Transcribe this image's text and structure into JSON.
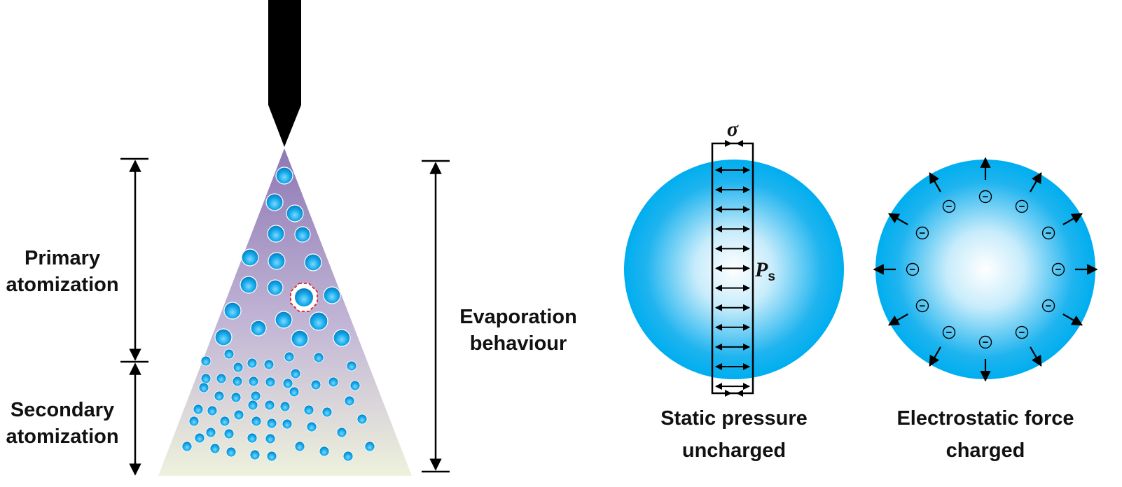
{
  "left_panel": {
    "primary_label_line1": "Primary",
    "primary_label_line2": "atomization",
    "secondary_label_line1": "Secondary",
    "secondary_label_line2": "atomization",
    "evaporation_label_line1": "Evaporation",
    "evaporation_label_line2": "behaviour"
  },
  "uncharged_panel": {
    "symbol_sigma": "σ",
    "symbol_pressure": "P",
    "symbol_pressure_sub": "s",
    "caption_line1": "Static pressure",
    "caption_line2": "uncharged"
  },
  "charged_panel": {
    "charge_glyph": "−",
    "caption_line1": "Electrostatic force",
    "caption_line2": "charged"
  },
  "colors": {
    "droplet_blue": "#00aeef",
    "nozzle": "#000000",
    "spray_top": "#8e78b4",
    "spray_bottom": "#eef2dc",
    "highlight_dash": "#e02020"
  }
}
